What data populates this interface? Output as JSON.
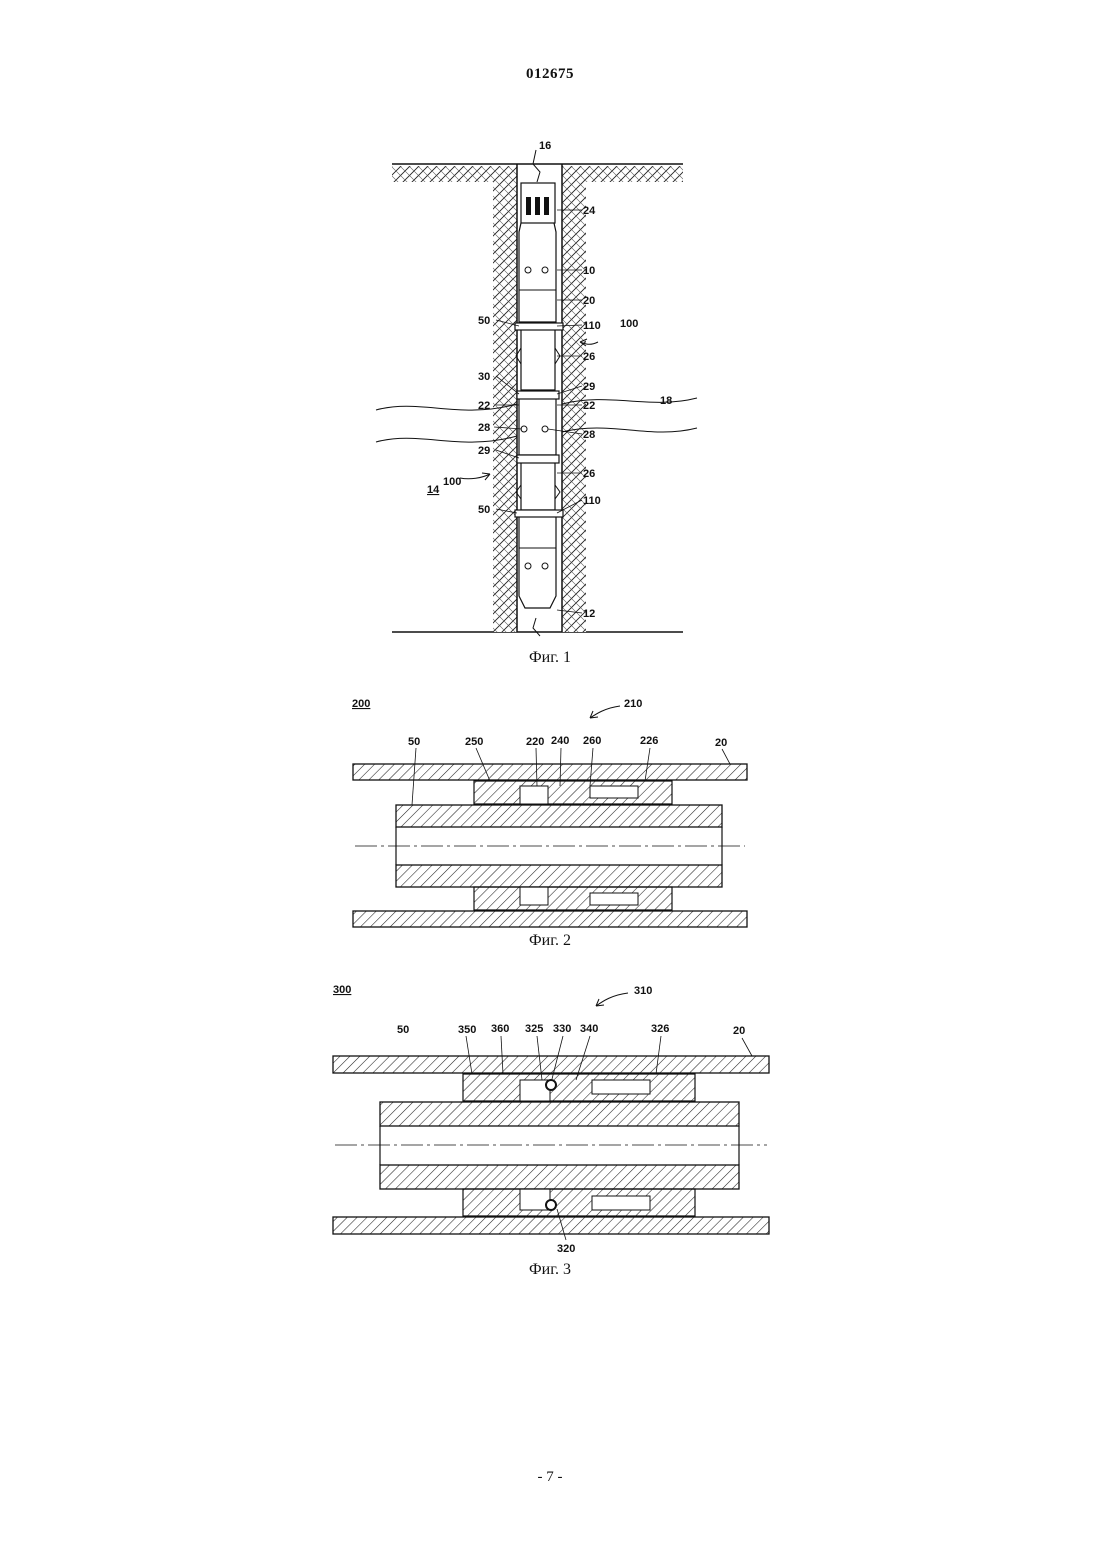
{
  "document": {
    "patent_number": "012675",
    "page_number": "- 7 -"
  },
  "figures": [
    {
      "caption": "Фиг. 1",
      "labels": [
        "16",
        "24",
        "10",
        "20",
        "50",
        "110",
        "100",
        "26",
        "30",
        "29",
        "22",
        "22",
        "18",
        "28",
        "28",
        "29",
        "100",
        "26",
        "14",
        "50",
        "110",
        "12"
      ]
    },
    {
      "caption": "Фиг. 2",
      "labels": [
        "200",
        "210",
        "50",
        "250",
        "220",
        "240",
        "260",
        "226",
        "20"
      ]
    },
    {
      "caption": "Фиг. 3",
      "labels": [
        "300",
        "310",
        "50",
        "350",
        "360",
        "325",
        "330",
        "340",
        "326",
        "20",
        "320"
      ]
    }
  ]
}
